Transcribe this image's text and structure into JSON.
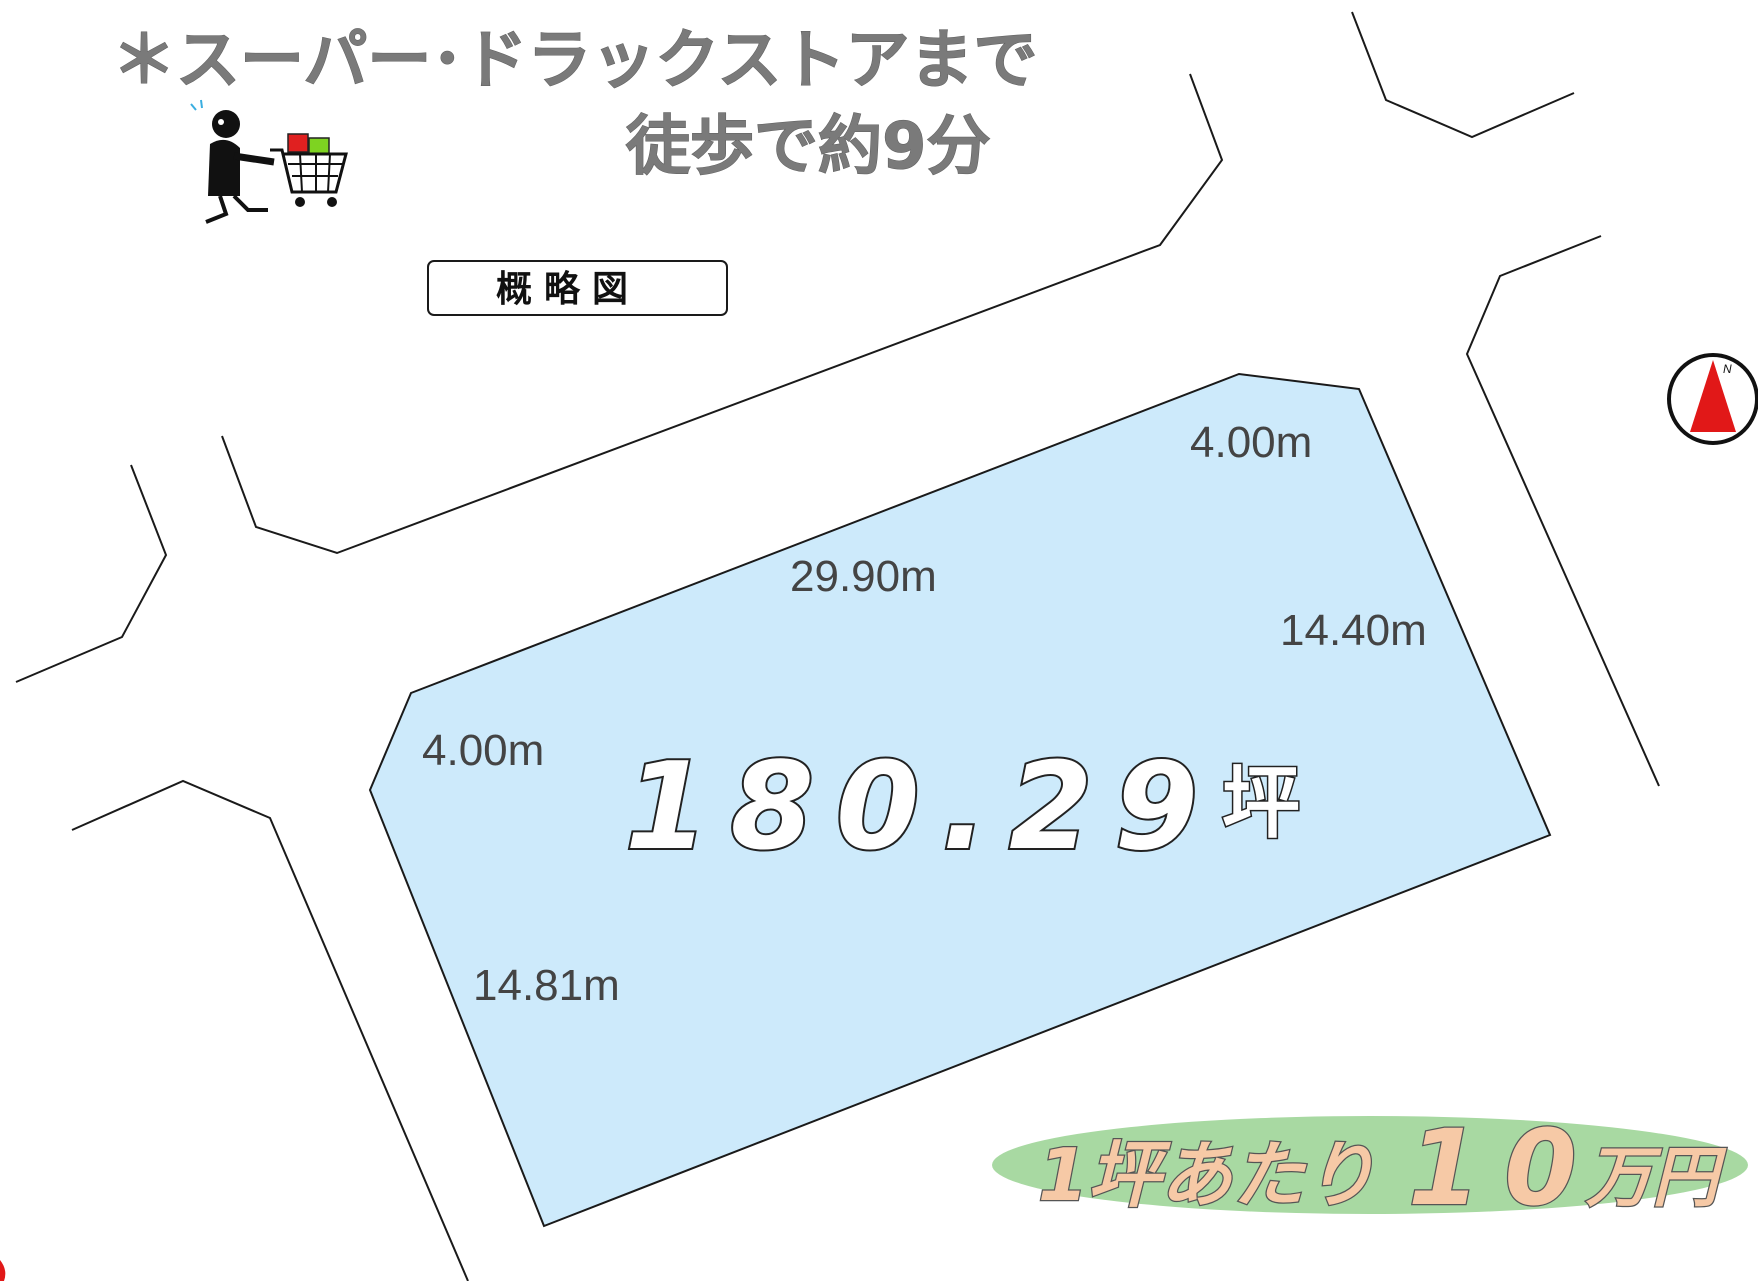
{
  "header": {
    "line1": "＊スーパー･ドラックストアまで",
    "line2": "徒歩で約9分"
  },
  "legend_label": "概略図",
  "lot": {
    "area_value": "180.29",
    "area_unit": "坪",
    "dimensions": {
      "top_right_short": "4.00m",
      "top_long": "29.90m",
      "right_side": "14.40m",
      "left_short": "4.00m",
      "left_side": "14.81m"
    }
  },
  "price": {
    "prefix": "1坪あたり",
    "value": "10",
    "unit": "万円"
  },
  "compass": {
    "label": "N"
  },
  "icons": [
    "shopper-with-cart-icon",
    "north-arrow-icon"
  ],
  "colors": {
    "lot_fill": "#cdeafb",
    "price_badge": "#a8d9a2",
    "price_text": "#f6c9a6",
    "compass_arrow": "#e11818"
  }
}
